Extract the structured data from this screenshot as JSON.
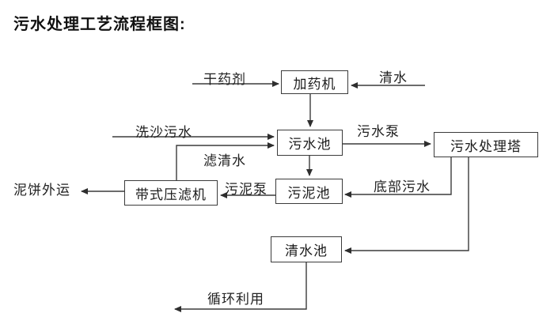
{
  "title": "污水处理工艺流程框图:",
  "colors": {
    "background": "#ffffff",
    "line": "#3b3b3b",
    "box_border": "#3b3b3b",
    "text": "#1c1c1c"
  },
  "diagram": {
    "nodes": [
      {
        "id": "dosing-machine",
        "label": "加药机"
      },
      {
        "id": "sewage-pool",
        "label": "污水池"
      },
      {
        "id": "sewage-treatment-tower",
        "label": "污水处理塔"
      },
      {
        "id": "sludge-pool",
        "label": "污泥池"
      },
      {
        "id": "belt-filter-press",
        "label": "带式压滤机"
      },
      {
        "id": "clean-water-pool",
        "label": "清水池"
      }
    ],
    "flow_labels": [
      {
        "id": "dry-chemical",
        "label": "干药剂"
      },
      {
        "id": "clean-water",
        "label": "清水"
      },
      {
        "id": "sand-washing-sewage",
        "label": "洗沙污水"
      },
      {
        "id": "filtered-water",
        "label": "滤清水"
      },
      {
        "id": "sewage-pump",
        "label": "污水泵"
      },
      {
        "id": "sludge-pump",
        "label": "污泥泵"
      },
      {
        "id": "mud-cake-outbound",
        "label": "泥饼外运"
      },
      {
        "id": "bottom-sewage",
        "label": "底部污水"
      },
      {
        "id": "recycling",
        "label": "循环利用"
      }
    ],
    "edges": [
      {
        "from": "干药剂",
        "to": "加药机"
      },
      {
        "from": "清水",
        "to": "加药机"
      },
      {
        "from": "加药机",
        "to": "污水池"
      },
      {
        "from": "洗沙污水",
        "to": "污水池"
      },
      {
        "from": "带式压滤机",
        "to": "污水池",
        "label": "滤清水"
      },
      {
        "from": "污水池",
        "to": "污水处理塔",
        "label": "污水泵"
      },
      {
        "from": "污水池",
        "to": "污泥池"
      },
      {
        "from": "污泥池",
        "to": "带式压滤机",
        "label": "污泥泵"
      },
      {
        "from": "带式压滤机",
        "to": "泥饼外运"
      },
      {
        "from": "污水处理塔",
        "to": "污泥池",
        "label": "底部污水"
      },
      {
        "from": "污水处理塔",
        "to": "清水池"
      },
      {
        "from": "清水池",
        "to": "循环利用"
      }
    ]
  }
}
